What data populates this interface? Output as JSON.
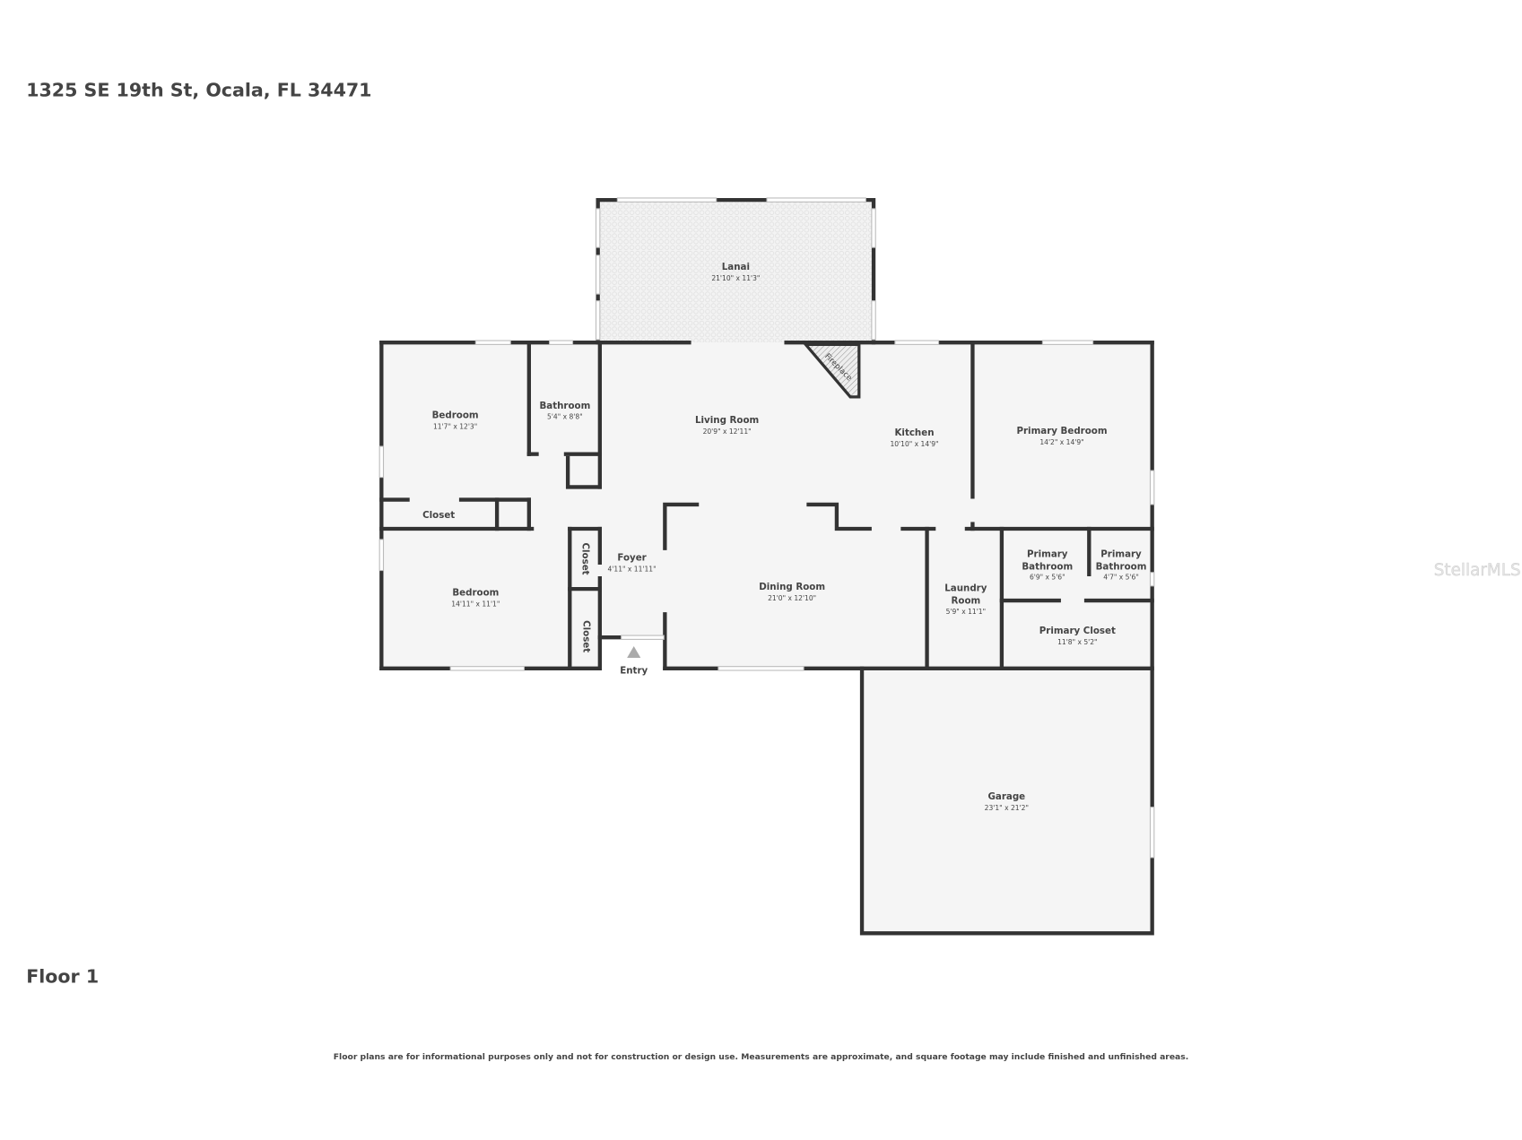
{
  "header": {
    "address": "1325 SE 19th St, Ocala, FL 34471"
  },
  "floor_label": "Floor 1",
  "disclaimer": "Floor plans are for informational purposes only and not for construction or design use. Measurements are approximate, and square footage may include finished and unfinished areas.",
  "watermark": "StellarMLS",
  "colors": {
    "wall": "#333333",
    "floor": "#f5f5f5",
    "text": "#444444"
  },
  "rooms": {
    "lanai": {
      "name": "Lanai",
      "dims": "21'10\" x 11'3\""
    },
    "bedroom1": {
      "name": "Bedroom",
      "dims": "11'7\" x 12'3\""
    },
    "bathroom": {
      "name": "Bathroom",
      "dims": "5'4\" x 8'8\""
    },
    "living": {
      "name": "Living Room",
      "dims": "20'9\" x 12'11\""
    },
    "kitchen": {
      "name": "Kitchen",
      "dims": "10'10\" x 14'9\""
    },
    "primary_bedroom": {
      "name": "Primary Bedroom",
      "dims": "14'2\" x 14'9\""
    },
    "closet1": {
      "name": "Closet"
    },
    "bedroom2": {
      "name": "Bedroom",
      "dims": "14'11\" x 11'1\""
    },
    "closet2": {
      "name": "Closet"
    },
    "closet3": {
      "name": "Closet"
    },
    "foyer": {
      "name": "Foyer",
      "dims": "4'11\" x 11'11\""
    },
    "dining": {
      "name": "Dining Room",
      "dims": "21'0\" x 12'10\""
    },
    "laundry": {
      "name_line1": "Laundry",
      "name_line2": "Room",
      "dims": "5'9\" x 11'1\""
    },
    "primary_bath1": {
      "name_line1": "Primary",
      "name_line2": "Bathroom",
      "dims": "6'9\" x 5'6\""
    },
    "primary_bath2": {
      "name_line1": "Primary",
      "name_line2": "Bathroom",
      "dims": "4'7\" x 5'6\""
    },
    "primary_closet": {
      "name": "Primary Closet",
      "dims": "11'8\" x 5'2\""
    },
    "garage": {
      "name": "Garage",
      "dims": "23'1\" x 21'2\""
    },
    "fireplace": {
      "name": "Fireplace"
    },
    "entry": {
      "name": "Entry"
    }
  }
}
